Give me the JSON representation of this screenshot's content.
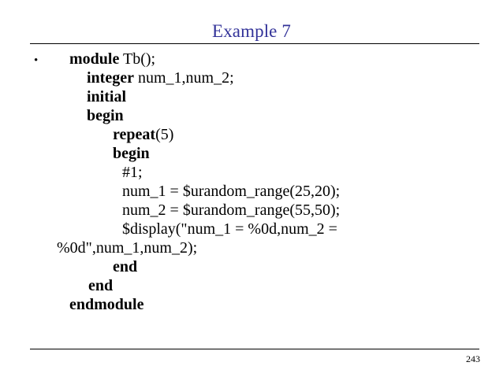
{
  "slide": {
    "title": "Example 7",
    "title_color": "#333399",
    "page_number": "243",
    "background_color": "#ffffff",
    "text_color": "#000000"
  },
  "code": {
    "bullet_glyph": "•",
    "lines": [
      {
        "indent": "i0",
        "bullet": true,
        "keyword": "module",
        "plain": " Tb();"
      },
      {
        "indent": "i1",
        "bullet": false,
        "keyword": "integer",
        "plain": " num_1,num_2;"
      },
      {
        "indent": "i1",
        "bullet": false,
        "keyword": "initial",
        "plain": ""
      },
      {
        "indent": "i1",
        "bullet": false,
        "keyword": "begin",
        "plain": ""
      },
      {
        "indent": "i2",
        "bullet": false,
        "keyword": "repeat",
        "plain": "(5)"
      },
      {
        "indent": "i2",
        "bullet": false,
        "keyword": "begin",
        "plain": ""
      },
      {
        "indent": "i3",
        "bullet": false,
        "keyword": "",
        "plain": "#1;"
      },
      {
        "indent": "i3",
        "bullet": false,
        "keyword": "",
        "plain": "num_1 = $urandom_range(25,20);"
      },
      {
        "indent": "i3",
        "bullet": false,
        "keyword": "",
        "plain": "num_2 = $urandom_range(55,50);"
      },
      {
        "indent": "i3",
        "bullet": false,
        "keyword": "",
        "plain": "$display(\"num_1 = %0d,num_2 ="
      },
      {
        "indent": "iw",
        "bullet": false,
        "keyword": "",
        "plain": "%0d\",num_1,num_2);"
      },
      {
        "indent": "i2",
        "bullet": false,
        "keyword": "end",
        "plain": ""
      },
      {
        "indent": "ie1",
        "bullet": false,
        "keyword": "end",
        "plain": ""
      },
      {
        "indent": "ie0",
        "bullet": false,
        "keyword": "endmodule",
        "plain": ""
      }
    ]
  }
}
